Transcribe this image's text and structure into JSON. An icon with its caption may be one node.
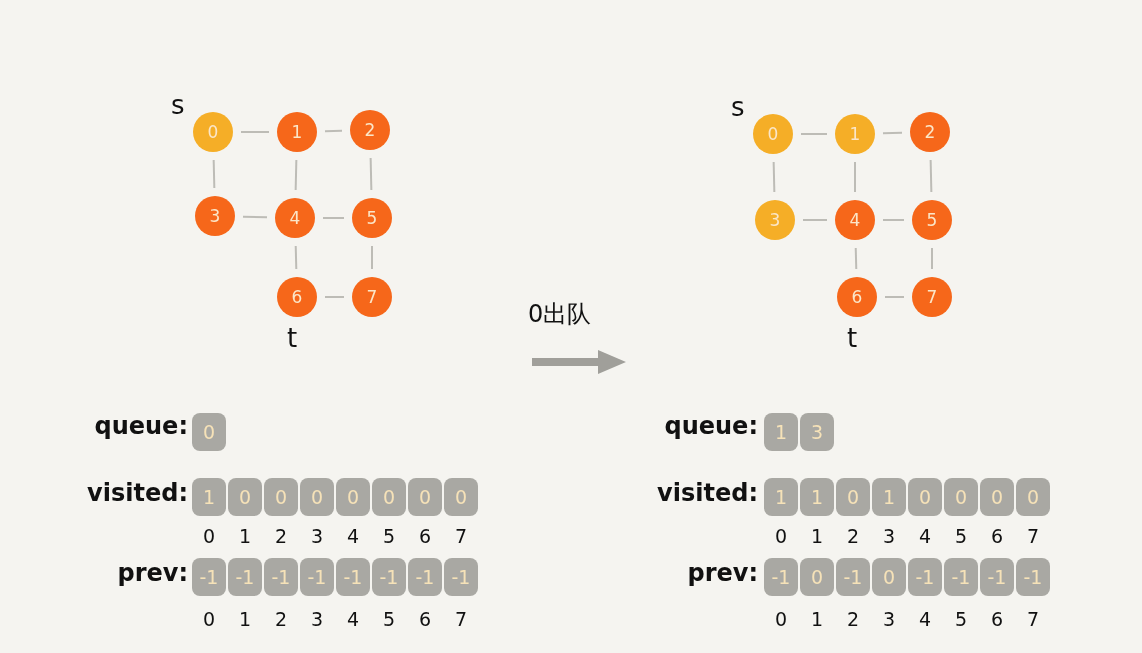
{
  "diagram": {
    "nodes": [
      {
        "text": [
          "0"
        ],
        "beside": [
          "s"
        ]
      },
      {
        "text": [
          "1"
        ]
      },
      {
        "text": [
          "2"
        ]
      },
      {
        "text": [
          "3"
        ]
      },
      {
        "text": [
          "4"
        ]
      },
      {
        "text": [
          "5"
        ]
      },
      {
        "text": [
          "6"
        ],
        "beside": [
          "t"
        ]
      },
      {
        "text": [
          "7"
        ]
      },
      {
        "text": [
          "0"
        ],
        "beside": [
          "s"
        ]
      },
      {
        "text": [
          "1"
        ]
      },
      {
        "text": [
          "2"
        ]
      },
      {
        "text": [
          "3"
        ]
      },
      {
        "text": [
          "4"
        ]
      },
      {
        "text": [
          "5"
        ]
      },
      {
        "text": [
          "6"
        ],
        "beside": [
          "t"
        ]
      },
      {
        "text": [
          "7"
        ]
      }
    ],
    "edges": [
      {
        "from": 0,
        "to": 1,
        "arrow": "none"
      },
      {
        "from": 1,
        "to": 2,
        "arrow": "none"
      },
      {
        "from": 0,
        "to": 3,
        "arrow": "none"
      },
      {
        "from": 1,
        "to": 4,
        "arrow": "none"
      },
      {
        "from": 2,
        "to": 5,
        "arrow": "none"
      },
      {
        "from": 3,
        "to": 4,
        "arrow": "none"
      },
      {
        "from": 4,
        "to": 5,
        "arrow": "none"
      },
      {
        "from": 4,
        "to": 6,
        "arrow": "none"
      },
      {
        "from": 5,
        "to": 7,
        "arrow": "none"
      },
      {
        "from": 6,
        "to": 7,
        "arrow": "none"
      },
      {
        "from": 8,
        "to": 9,
        "arrow": "none"
      },
      {
        "from": 9,
        "to": 10,
        "arrow": "none"
      },
      {
        "from": 8,
        "to": 11,
        "arrow": "none"
      },
      {
        "from": 9,
        "to": 12,
        "arrow": "none"
      },
      {
        "from": 10,
        "to": 13,
        "arrow": "none"
      },
      {
        "from": 11,
        "to": 12,
        "arrow": "none"
      },
      {
        "from": 12,
        "to": 13,
        "arrow": "none"
      },
      {
        "from": 12,
        "to": 14,
        "arrow": "none"
      },
      {
        "from": 13,
        "to": 15,
        "arrow": "none"
      },
      {
        "from": 14,
        "to": 15,
        "arrow": "none"
      }
    ],
    "labels": [
      "queue:",
      "0",
      "visited:",
      "1",
      "0",
      "0",
      "0",
      "0",
      "0",
      "0",
      "0",
      "0",
      "1",
      "2",
      "3",
      "4",
      "5",
      "6",
      "7",
      "prev:",
      "-1",
      "-1",
      "-1",
      "-1",
      "-1",
      "-1",
      "-1",
      "-1",
      "0",
      "1",
      "2",
      "3",
      "4",
      "5",
      "6",
      "7",
      "0出队",
      "queue:",
      "1",
      "3",
      "visited:",
      "1",
      "1",
      "0",
      "1",
      "0",
      "0",
      "0",
      "0",
      "0",
      "1",
      "2",
      "3",
      "4",
      "5",
      "6",
      "7",
      "prev:",
      "-1",
      "0",
      "-1",
      "0",
      "-1",
      "-1",
      "-1",
      "-1",
      "0",
      "1",
      "2",
      "3",
      "4",
      "5",
      "6",
      "7"
    ]
  }
}
